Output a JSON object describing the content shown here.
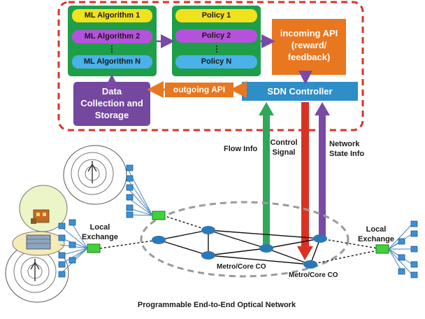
{
  "ml_box": {
    "algorithms": [
      "ML Algorithm 1",
      "ML Algorithm 2",
      "ML Algorithm N"
    ]
  },
  "policy_box": {
    "policies": [
      "Policy 1",
      "Policy 2",
      "Policy N"
    ]
  },
  "incoming_api": {
    "lines": [
      "incoming API",
      "(reward/",
      "feedback)"
    ]
  },
  "outgoing_api": "outgoing API",
  "data_collection": {
    "lines": [
      "Data",
      "Collection and",
      "Storage"
    ]
  },
  "sdn_controller": "SDN Controller",
  "links": {
    "flow_info": "Flow Info",
    "control_signal": [
      "Control",
      "Signal"
    ],
    "network_state_info": [
      "Network",
      "State Info"
    ]
  },
  "network": {
    "local_exchange_left": [
      "Local",
      "Exchange"
    ],
    "local_exchange_right": [
      "Local",
      "Exchange"
    ],
    "metro_core_left": "Metro/Core CO",
    "metro_core_right": "Metro/Core CO"
  },
  "caption": "Programmable End-to-End Optical Network",
  "colors": {
    "dashed_frame": "#d8332a",
    "green_box": "#1f9e4a",
    "ml_yellow": "#f2e21d",
    "ml_purple": "#b651dc",
    "ml_blue": "#4ab2e8",
    "arrow_purple": "#7a4aa6",
    "incoming_orange": "#e8771f",
    "sdn_blue": "#2e8ec8",
    "data_purple": "#74489e",
    "flow_green": "#2fa85a",
    "control_red": "#d83225",
    "node_blue": "#2a78b8",
    "exchange_green": "#43d13a"
  }
}
